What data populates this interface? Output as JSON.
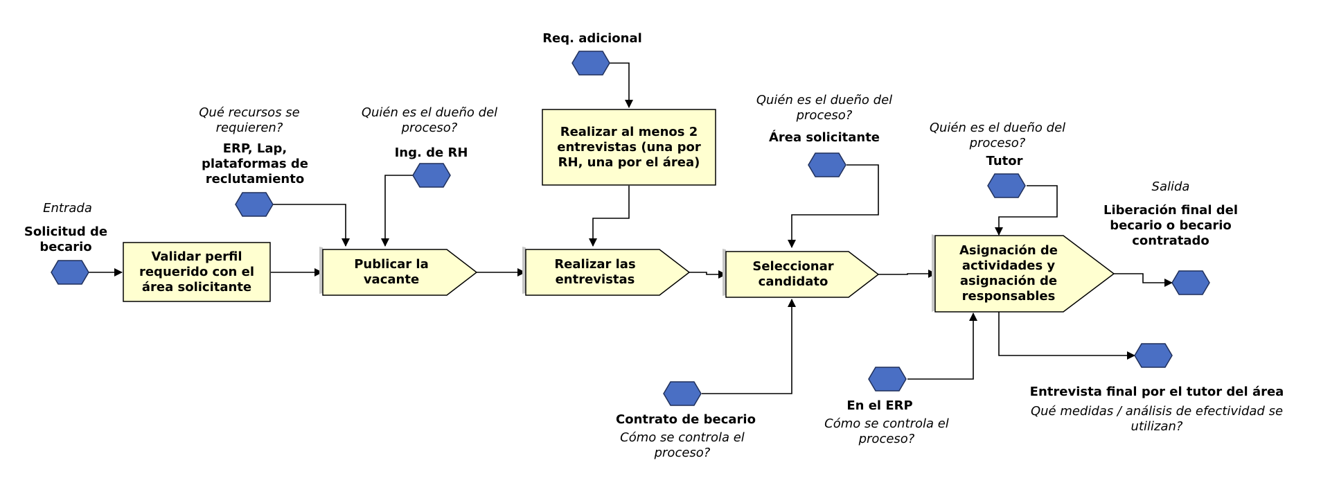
{
  "colors": {
    "box_fill": "#FFFFD0",
    "box_stroke": "#000000",
    "hex_fill": "#4A6FC4",
    "hex_stroke": "#1F2F5A",
    "shadow": "#C8C8C8"
  },
  "steps": {
    "validar": "Validar perfil requerido con el área solicitante",
    "publicar": "Publicar la vacante",
    "realizar_menos2": "Realizar al menos 2 entrevistas (una por RH, una por el área)",
    "realizar": "Realizar las entrevistas",
    "seleccionar": "Seleccionar candidato",
    "asignacion": "Asignación de actividades y asignación de responsables"
  },
  "labels": {
    "entrada": "Entrada",
    "solicitud": "Solicitud de becario",
    "que_recursos": "Qué recursos se requieren?",
    "recursos": "ERP, Lap, plataformas de reclutamiento",
    "quien_dueno_1": "Quién es el dueño del proceso?",
    "ing_rh": "Ing. de RH",
    "req_adicional": "Req. adicional",
    "quien_dueno_2": "Quién es el dueño del proceso?",
    "area_solicitante": "Área solicitante",
    "quien_dueno_3": "Quién es el dueño del proceso?",
    "tutor": "Tutor",
    "salida": "Salida",
    "liberacion": "Liberación final del becario o becario contratado",
    "contrato": "Contrato de becario",
    "como_controla_1": "Cómo se controla el proceso?",
    "en_erp": "En el ERP",
    "como_controla_2": "Cómo se controla el proceso?",
    "entrevista_final": "Entrevista final por el tutor del área",
    "que_medidas": "Qué medidas / análisis de efectividad se utilizan?"
  }
}
